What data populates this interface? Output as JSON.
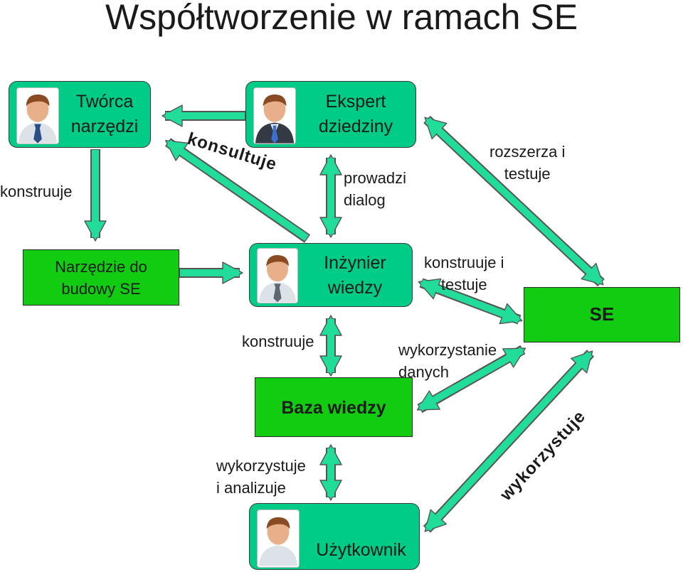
{
  "title": "Współtworzenie w ramach SE",
  "nodes": {
    "tworca": "Twórca\nnarzędzi",
    "ekspert": "Ekspert\ndziedziny",
    "narzedzie": "Narzędzie do\nbudowy SE",
    "inzynier": "Inżynier\nwiedzy",
    "se": "SE",
    "baza": "Baza wiedzy",
    "uzytkownik": "Użytkownik"
  },
  "edge_labels": {
    "konstruuje_left": "konstruuje",
    "konsultuje": "konsultuje",
    "prowadzi_dialog": "prowadzi\ndialog",
    "rozszerza_testuje": "rozszerza i\ntestuje",
    "konstruuje_testuje": "konstruuje i\ntestuje",
    "konstruuje_mid": "konstruuje",
    "wykorzystanie_danych": "wykorzystanie\ndanych",
    "wykorzystuje_analizuje": "wykorzystuje\ni analizuje",
    "wykorzystuje": "wykorzystuje"
  },
  "colors": {
    "actor_fill": "#00cc88",
    "box_fill": "#11cc11",
    "arrow_fill": "#22dd99",
    "arrow_stroke": "#555555"
  }
}
